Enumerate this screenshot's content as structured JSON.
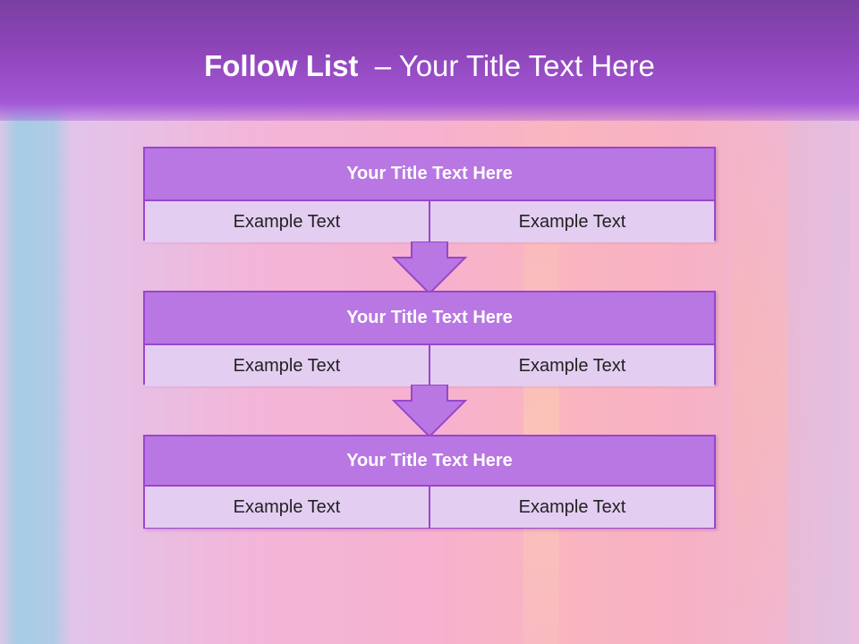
{
  "slide": {
    "title_bold": "Follow List",
    "title_rest": "– Your Title Text Here"
  },
  "blocks": [
    {
      "title": "Your Title Text Here",
      "left": "Example Text",
      "right": "Example Text"
    },
    {
      "title": "Your Title Text Here",
      "left": "Example Text",
      "right": "Example Text"
    },
    {
      "title": "Your Title Text Here",
      "left": "Example Text",
      "right": "Example Text"
    }
  ],
  "colors": {
    "header": "#8d45b8",
    "block_title": "#b877e2",
    "block_cell": "#e3cdf1",
    "border": "#9a45cc",
    "arrow": "#b877e2"
  },
  "icons": {
    "connector": "down-arrow-icon"
  }
}
